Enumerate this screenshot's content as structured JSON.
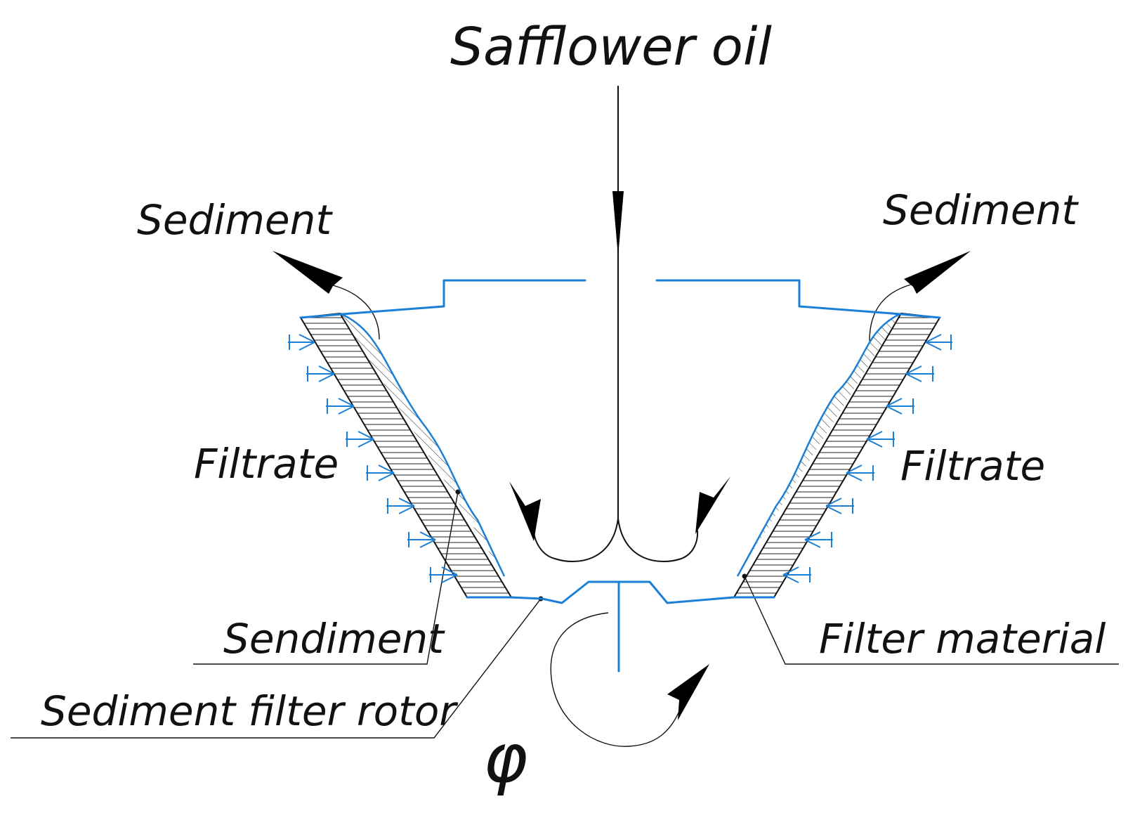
{
  "diagram": {
    "labels": {
      "inlet": "Safflower oil",
      "sediment_left": "Sediment",
      "sediment_right": "Sediment",
      "filtrate_left": "Filtrate",
      "filtrate_right": "Filtrate",
      "sendiment": "Sendiment",
      "filter_material": "Filter material",
      "rotor": "Sediment filter rotor",
      "rotation": "φ"
    },
    "colors": {
      "rotor_outline": "#1a7fd6",
      "lines": "#111111"
    }
  }
}
